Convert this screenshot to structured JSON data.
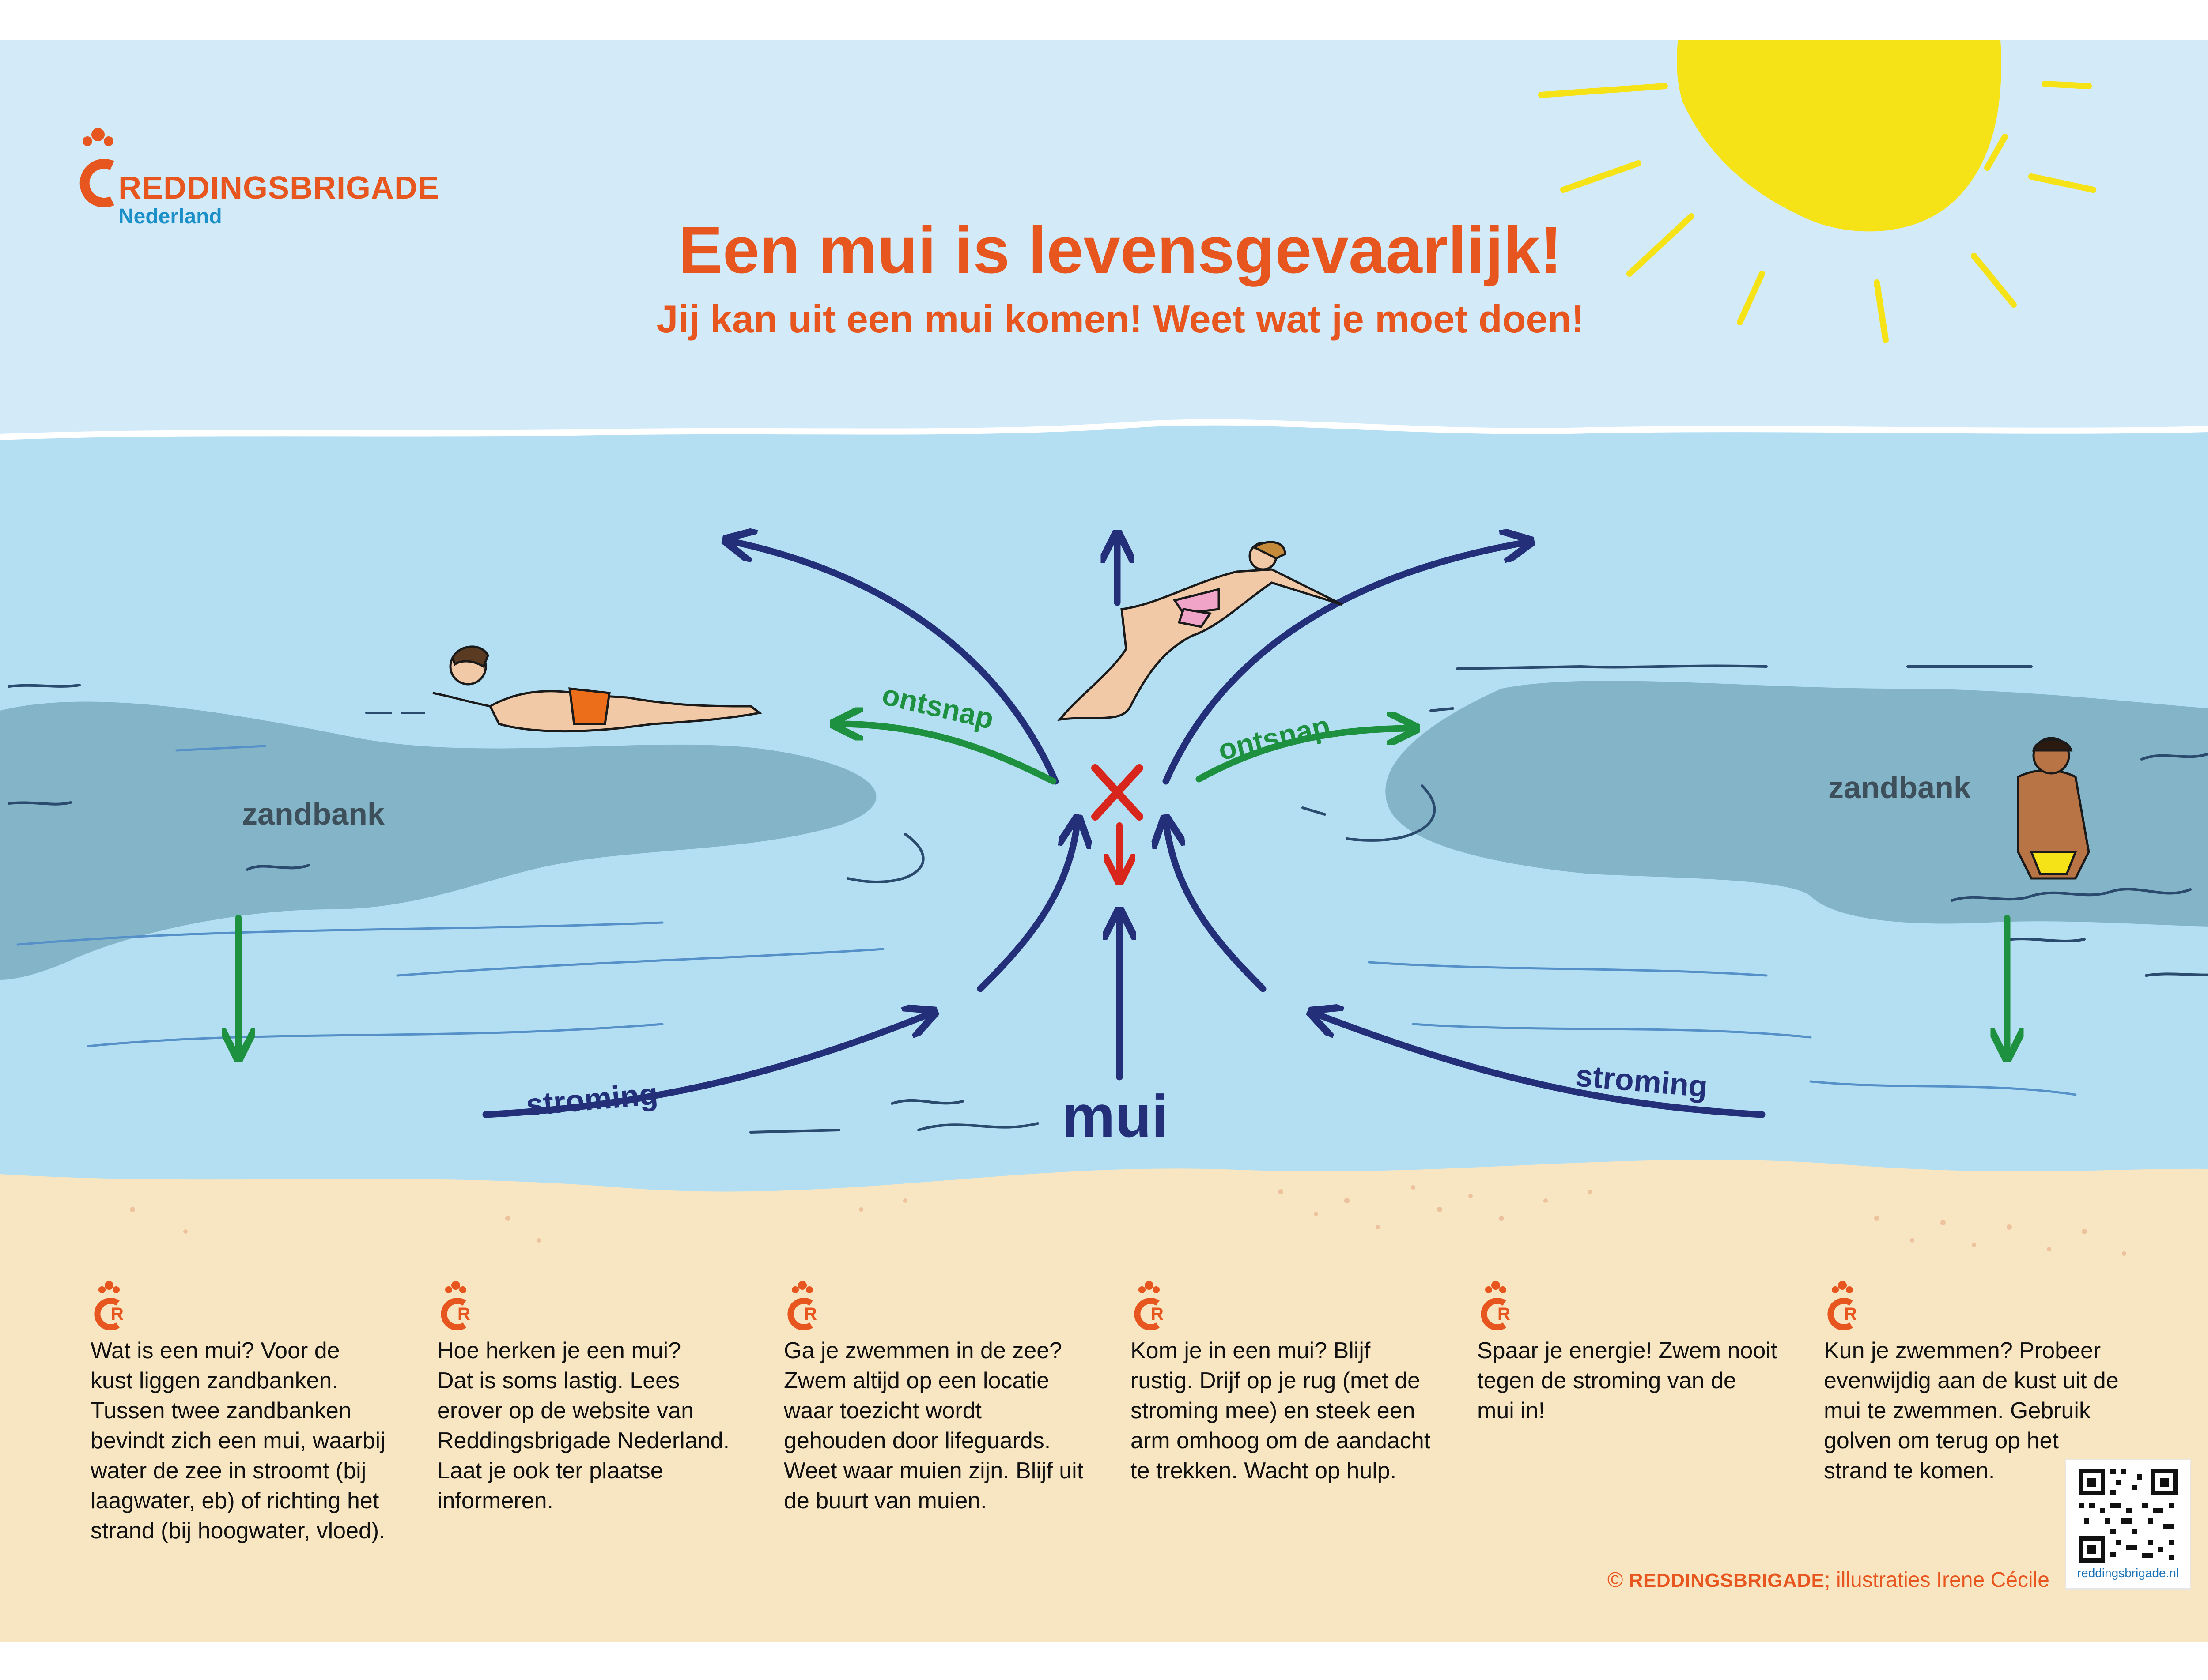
{
  "brand": {
    "name": "REDDINGSBRIGADE",
    "sub": "Nederland"
  },
  "title": "Een mui is levensgevaarlijk!",
  "subtitle": "Jij kan uit een mui komen! Weet wat je moet doen!",
  "labels": {
    "zandbank_left": "zandbank",
    "zandbank_right": "zandbank",
    "ontsnap_left": "ontsnap",
    "ontsnap_right": "ontsnap",
    "stroming_left": "stroming",
    "stroming_right": "stroming",
    "mui": "mui"
  },
  "tips": [
    "Wat is een mui? Voor de\nkust liggen zandbanken.\nTussen twee zandbanken\nbevindt zich een mui, waarbij\nwater de zee in stroomt (bij\nlaagwater, eb) of richting het\nstrand (bij hoogwater, vloed).",
    "Hoe herken je een mui?\nDat is soms lastig. Lees\nerover op de website van\nReddingsbrigade Nederland.\nLaat je ook ter plaatse\ninformeren.",
    "Ga je zwemmen in de zee?\nZwem altijd op een locatie\nwaar toezicht wordt\ngehouden door lifeguards.\nWeet waar muien zijn. Blijf uit\nde buurt van muien.",
    "Kom je in een mui? Blijf\nrustig. Drijf op je rug (met de\nstroming mee) en steek een\narm omhoog om de aandacht\nte trekken. Wacht op hulp.",
    "Spaar je energie! Zwem nooit\ntegen de stroming van de\nmui in!",
    "Kun je zwemmen? Probeer\nevenwijdig aan de kust uit de\nmui te zwemmen. Gebruik\ngolven om terug op het\nstrand te komen."
  ],
  "tip_logo_letter": "R",
  "credit": {
    "copyright": "©",
    "brand": "REDDINGSBRIGADE",
    "rest": "; illustraties Irene Cécile"
  },
  "qr": {
    "url": "reddingsbrigade.nl"
  },
  "colors": {
    "sky": "#d3ebf9",
    "sea": "#b4dff3",
    "sandbank": "#84b4c8",
    "beach": "#f8e6c2",
    "orange": "#e8561f",
    "navy": "#232f78",
    "green": "#1e9140",
    "red": "#d9261c",
    "sun": "#f5e217"
  },
  "icons": [
    "lifebuoy-logo-icon",
    "sun-icon",
    "danger-cross-icon",
    "qr-code-icon",
    "swimmer-figure",
    "floating-figure",
    "standing-figure"
  ]
}
